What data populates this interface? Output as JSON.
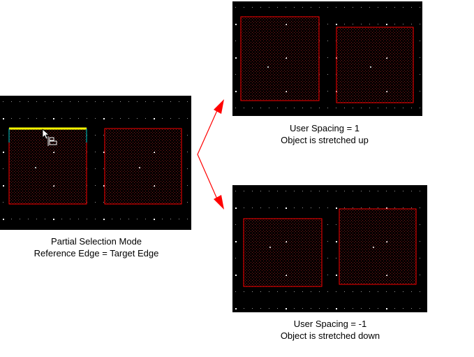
{
  "colors": {
    "canvas": "#000000",
    "grid_dot": "#ffffff",
    "object_outline": "#ff0000",
    "object_fill_pattern": "#8a1a1a",
    "selected_edge": "#ffff00",
    "edge_marker": "#00cccc",
    "arrow": "#ff0000"
  },
  "panels": {
    "left": {
      "caption": [
        "Partial Selection Mode",
        "Reference Edge = Target Edge"
      ],
      "objects": [
        "object-left",
        "object-right"
      ],
      "selected_edge": "top edge of left object",
      "cursor_icon": "align-cursor-icon"
    },
    "top_right": {
      "caption": [
        "User Spacing = 1",
        "Object is stretched up"
      ],
      "objects": [
        "object-left",
        "object-right"
      ]
    },
    "bottom_right": {
      "caption": [
        "User Spacing = -1",
        "Object is stretched down"
      ],
      "objects": [
        "object-left",
        "object-right"
      ]
    }
  }
}
